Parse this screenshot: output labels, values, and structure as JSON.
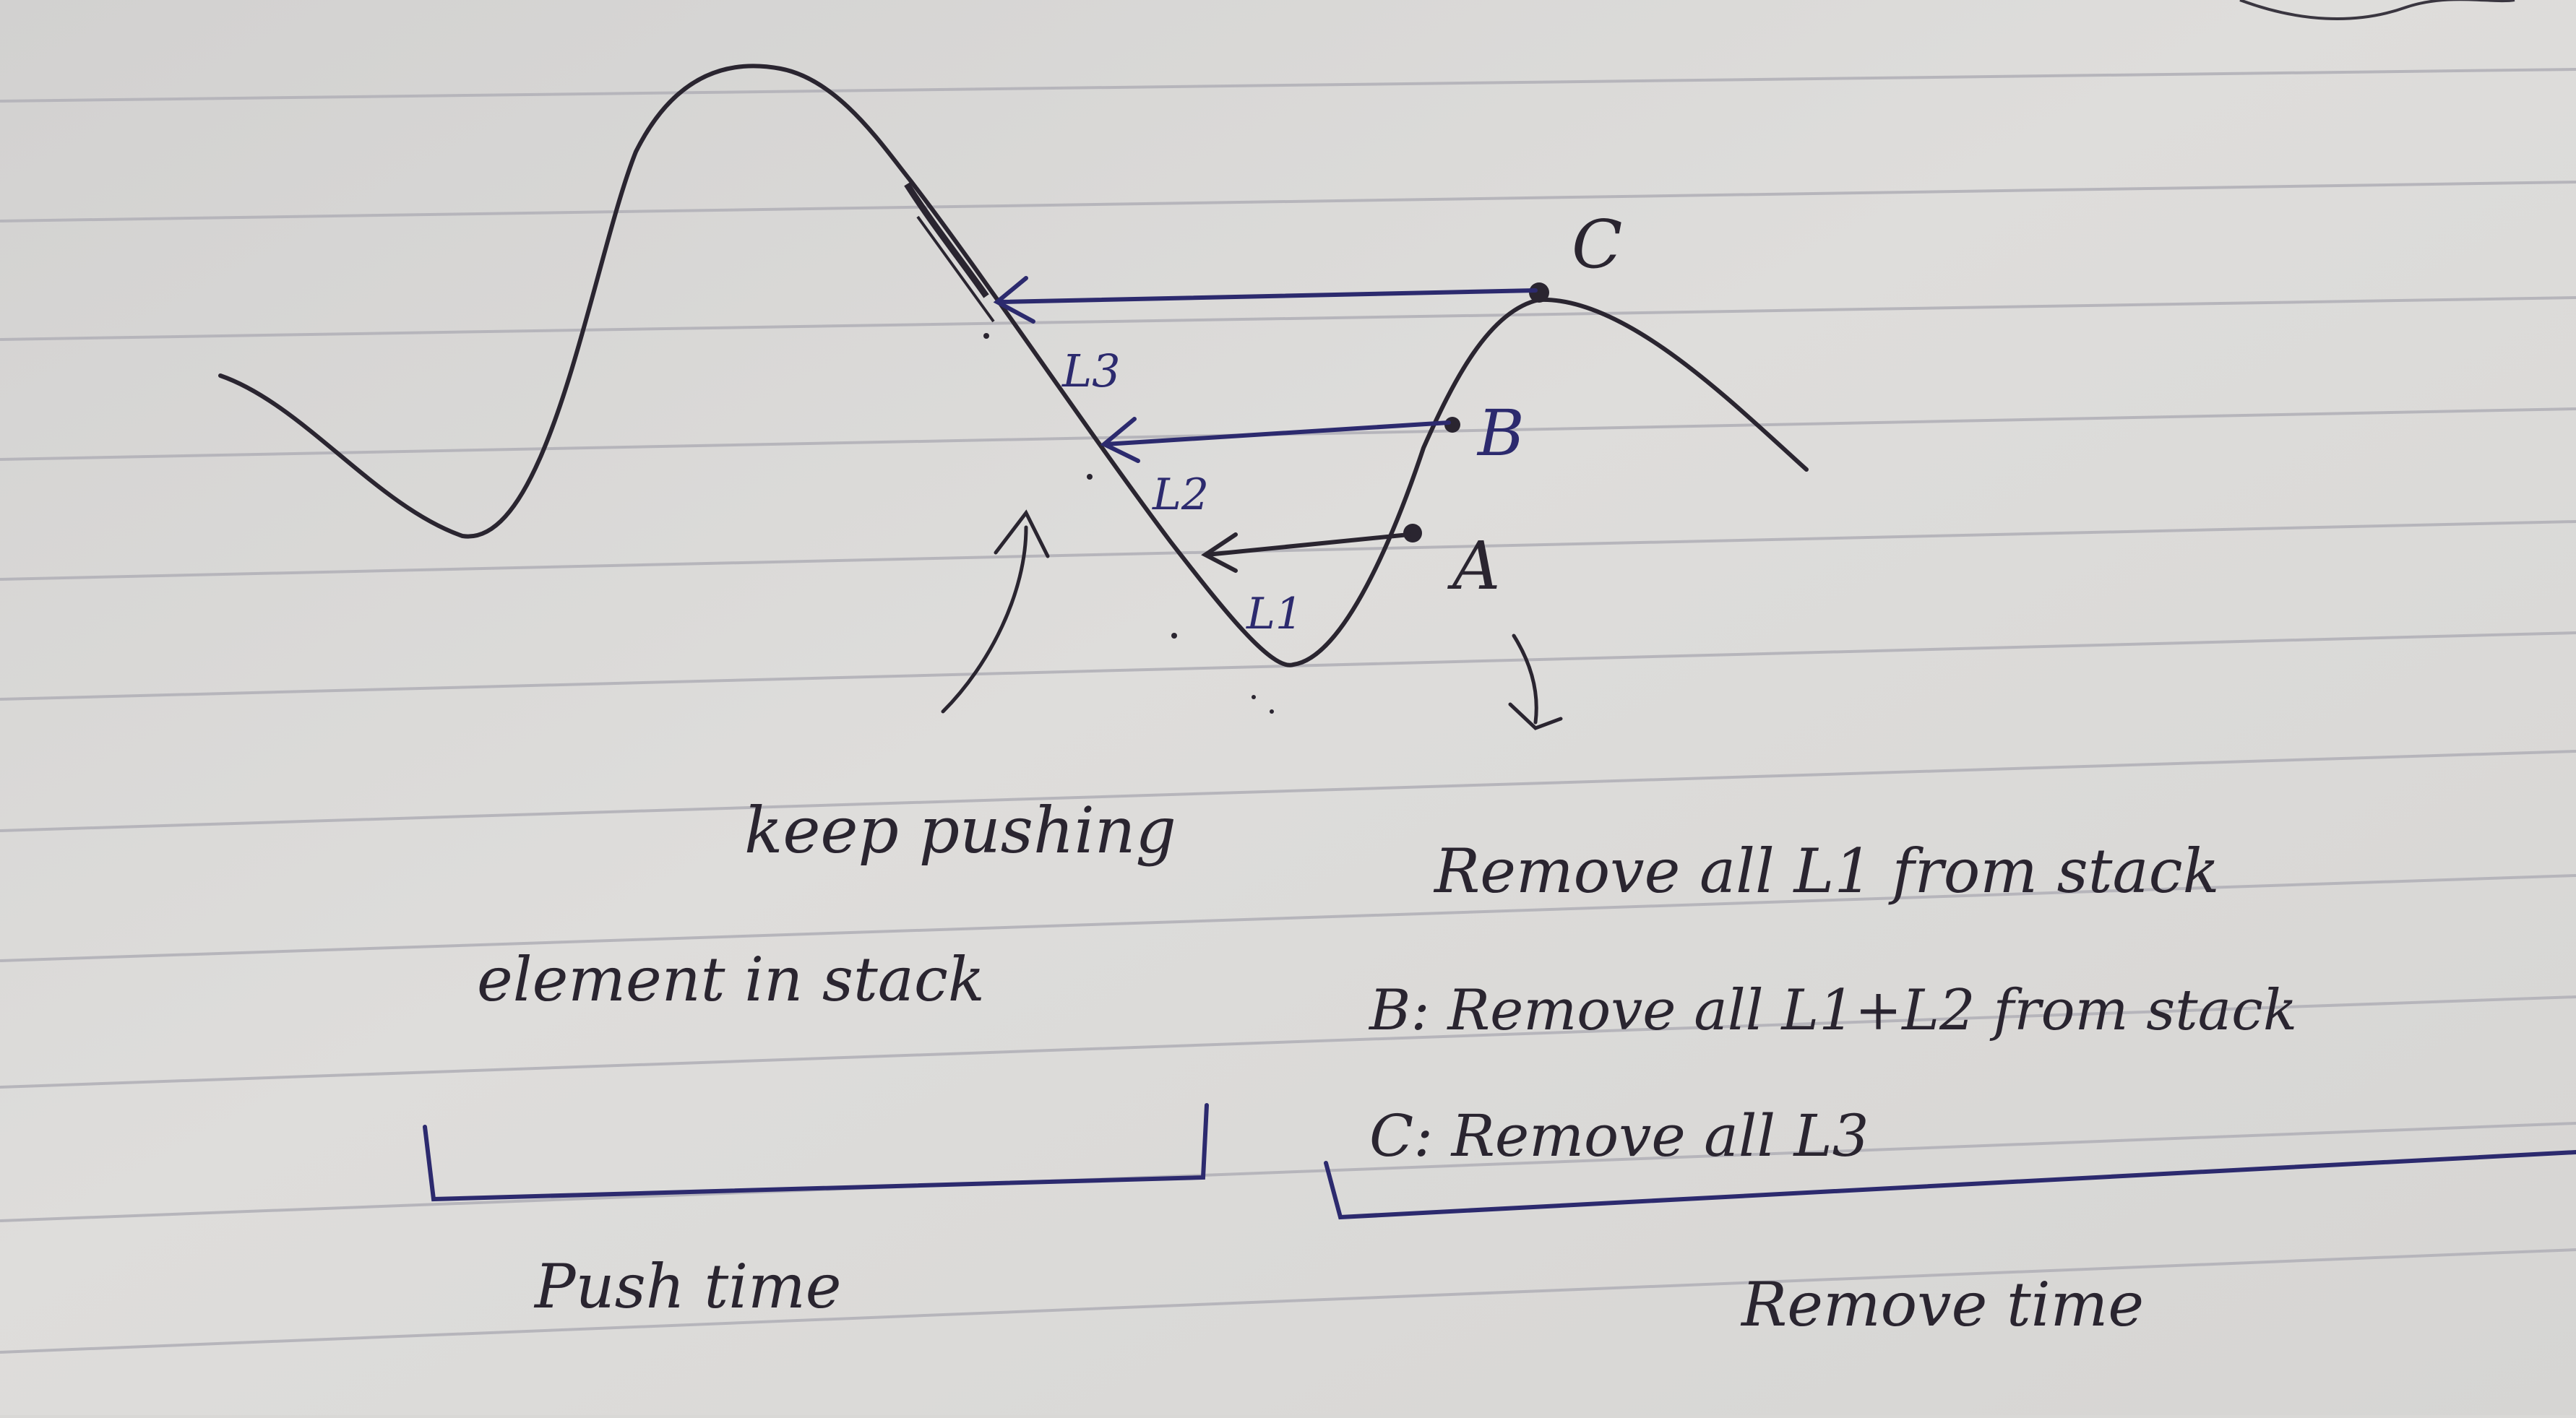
{
  "colors": {
    "paper": "#dcdbd9",
    "rule_line": "#b9b8bd",
    "ink_dark": "#2a2530",
    "ink_blue": "#2c2a6e"
  },
  "points": {
    "c": "C",
    "b": "B",
    "a": "A"
  },
  "levels": {
    "l3": "L3",
    "l2": "L2",
    "l1": "L1"
  },
  "push_side": {
    "line1": "keep pushing",
    "line2": "element in stack",
    "bracket_label": "Push time"
  },
  "remove_side": {
    "line1": "Remove all L1 from stack",
    "line2": "B: Remove all L1+L2 from stack",
    "line3": "C: Remove all L3",
    "bracket_label": "Remove time"
  }
}
